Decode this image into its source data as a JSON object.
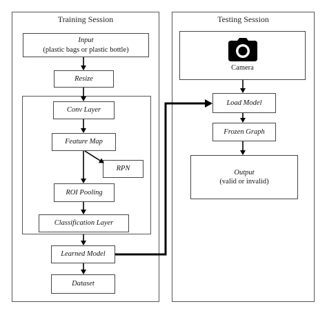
{
  "training": {
    "title": "Training Session",
    "input_main": "Input",
    "input_sub": "(plastic bags or plastic bottle)",
    "resize": "Resize",
    "conv": "Conv Layer",
    "feature_map": "Feature Map",
    "rpn": "RPN",
    "roi_pooling": "ROI Pooling",
    "classification": "Classification Layer",
    "learned_model": "Learned Model",
    "dataset": "Dataset"
  },
  "testing": {
    "title": "Testing Session",
    "camera": "Camera",
    "load_model": "Load Model",
    "frozen_graph": "Frozen Graph",
    "output_main": "Output",
    "output_sub": "(valid or invalid)"
  },
  "icons": {
    "camera": "camera-icon"
  }
}
